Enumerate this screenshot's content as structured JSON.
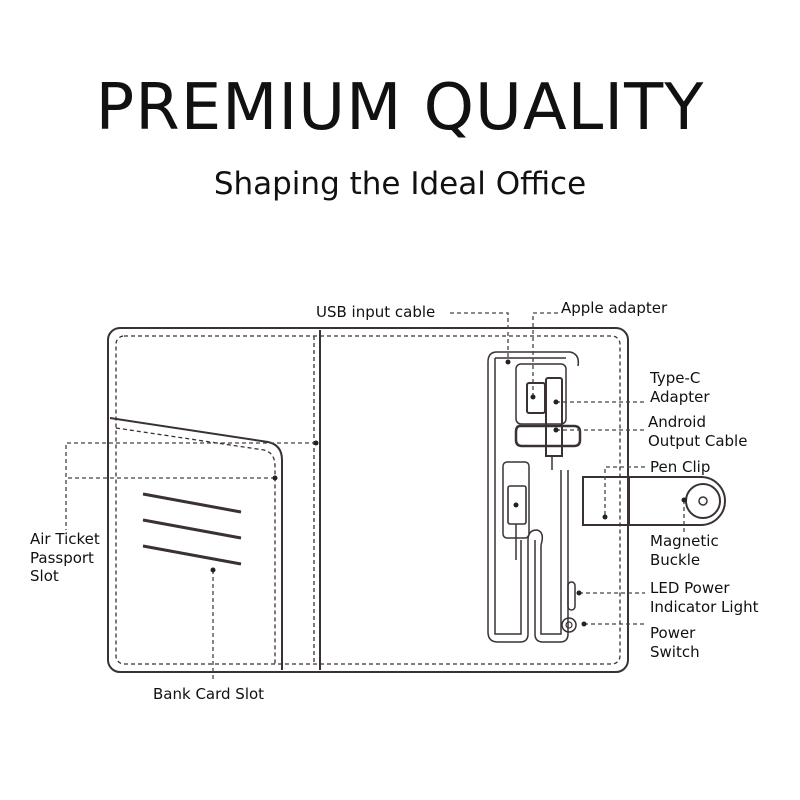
{
  "header": {
    "title": "PREMIUM QUALITY",
    "subtitle": "Shaping the Ideal Office"
  },
  "labels": {
    "usb_input_cable": "USB input cable",
    "apple_adapter": "Apple adapter",
    "type_c_adapter": [
      "Type-C",
      "Adapter"
    ],
    "android_output_cable": [
      "Android",
      "Output Cable"
    ],
    "pen_clip": "Pen Clip",
    "magnetic_buckle": [
      "Magnetic",
      "Buckle"
    ],
    "led_power_indicator": [
      "LED Power",
      "Indicator Light"
    ],
    "power_switch": [
      "Power",
      "Switch"
    ],
    "air_ticket_passport_slot": [
      "Air Ticket",
      "Passport",
      "Slot"
    ],
    "bank_card_slot": "Bank Card Slot"
  },
  "colors": {
    "line": "#3a3232",
    "text": "#111111",
    "background": "#ffffff"
  }
}
